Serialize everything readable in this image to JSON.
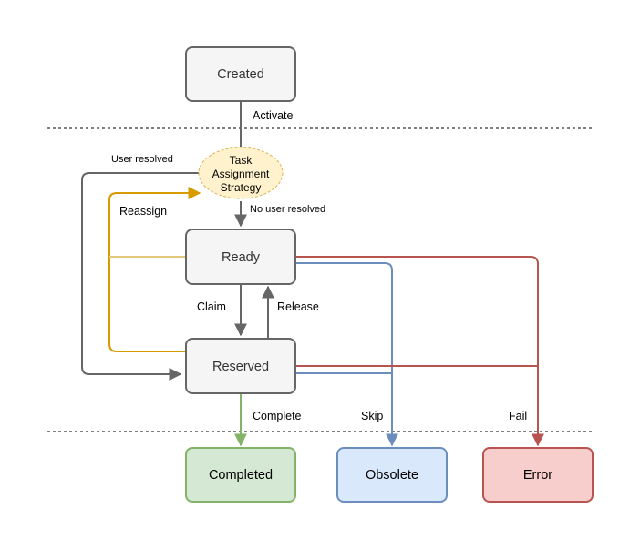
{
  "states": {
    "created": "Created",
    "ready": "Ready",
    "reserved": "Reserved",
    "completed": "Completed",
    "obsolete": "Obsolete",
    "error": "Error"
  },
  "strategy": {
    "line1": "Task",
    "line2": "Assignment",
    "line3": "Strategy"
  },
  "transitions": {
    "activate": "Activate",
    "user_resolved": "User resolved",
    "no_user_resolved": "No user resolved",
    "reassign": "Reassign",
    "claim": "Claim",
    "release": "Release",
    "complete": "Complete",
    "skip": "Skip",
    "fail": "Fail"
  },
  "colors": {
    "neutral_stroke": "#666666",
    "neutral_fill": "#f5f5f5",
    "neutral_text": "#333333",
    "strategy_fill": "#fff2cc",
    "strategy_stroke": "#d6b656",
    "reassign": "#d79b00",
    "reassign_faint": "#e3c77a",
    "complete": "#82b366",
    "completed_fill": "#d5e8d4",
    "skip": "#6c8ebf",
    "obsolete_fill": "#dae8fc",
    "fail": "#b85450",
    "error_fill": "#f8cecc"
  }
}
